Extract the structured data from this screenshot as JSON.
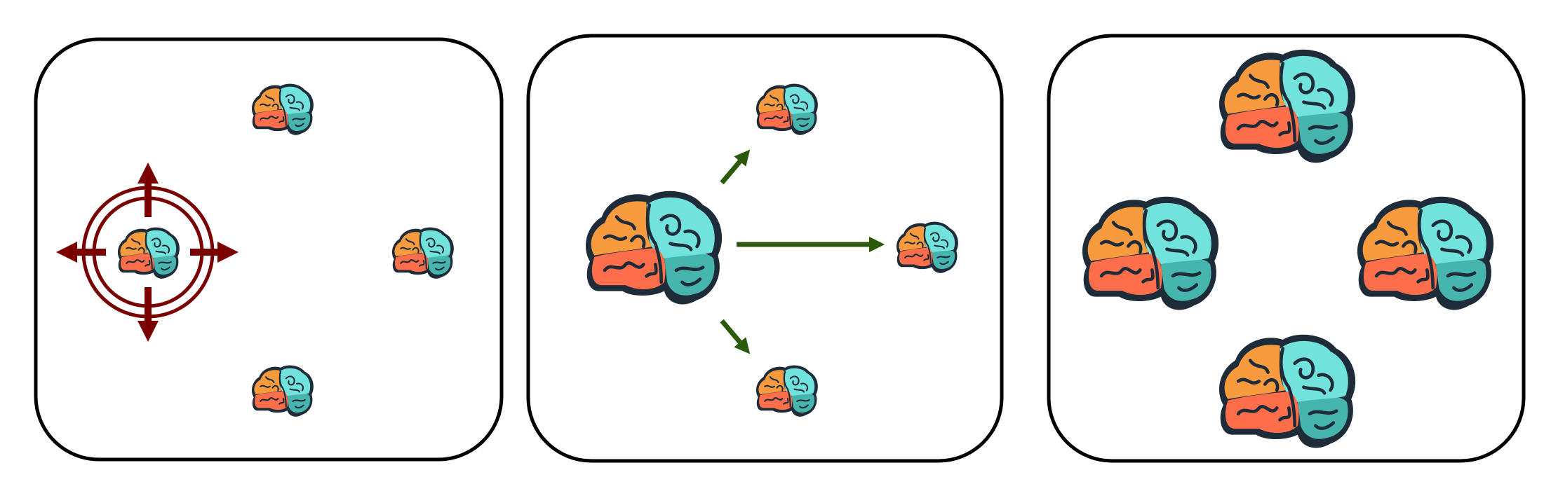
{
  "colors": {
    "panel_border": "#000000",
    "crosshair": "#7a0000",
    "arrow": "#2a5a0a",
    "brain_outline": "#1e2b38",
    "brain_orange": "#f89a3e",
    "brain_coral": "#ff6e4a",
    "brain_cyan": "#72e3dc",
    "brain_teal": "#45b5ad"
  },
  "panels": [
    {
      "id": "target",
      "brains": 4
    },
    {
      "id": "spread",
      "brains": 4,
      "arrows": 3
    },
    {
      "id": "grown",
      "brains": 4
    }
  ]
}
